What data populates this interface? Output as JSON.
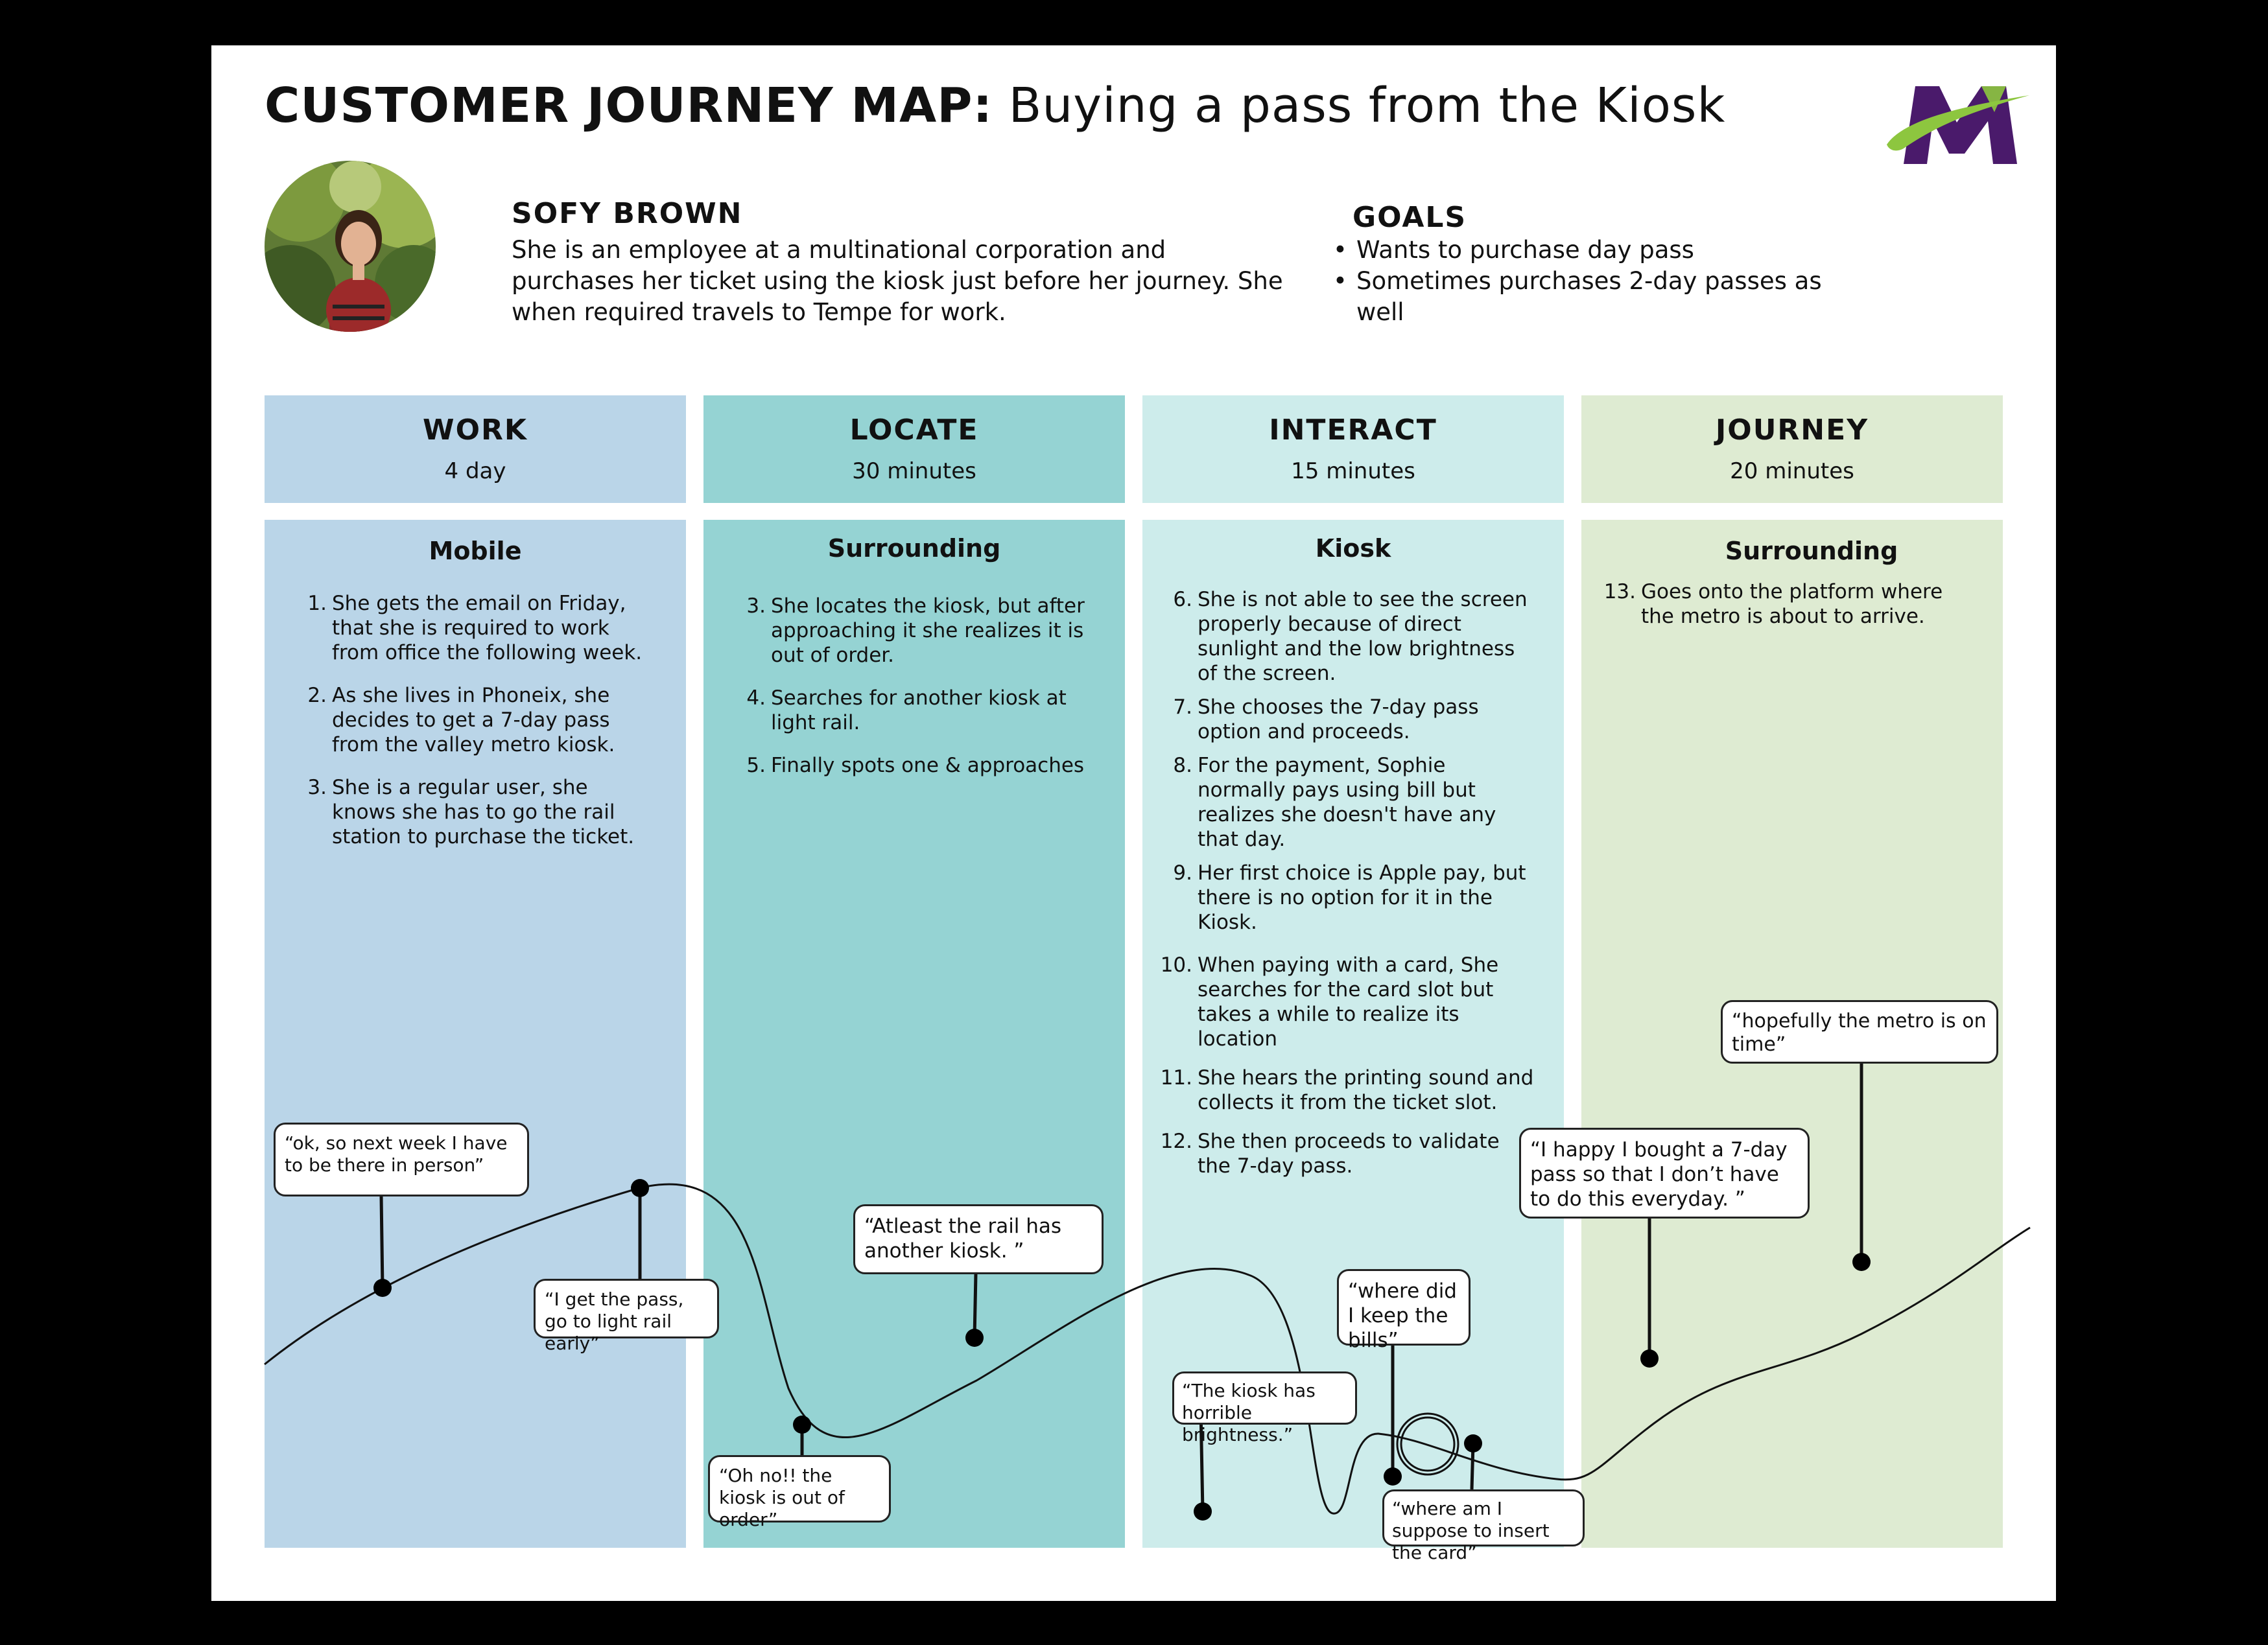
{
  "header": {
    "title_bold": "CUSTOMER JOURNEY MAP:",
    "title_rest": " Buying a pass from the Kiosk"
  },
  "persona": {
    "name": "SOFY BROWN",
    "description": "She is an employee at a multinational corporation and purchases her ticket using the kiosk just before her journey. She when required travels to Tempe for work."
  },
  "goals": {
    "heading": "GOALS",
    "items": [
      "Wants to purchase day pass",
      "Sometimes purchases 2-day passes as well"
    ]
  },
  "colors": {
    "work": "#bad5e8",
    "locate": "#95d3d3",
    "interact": "#cdeceb",
    "journey": "#deebd2",
    "logo_purple": "#4a1a6b",
    "logo_green": "#8dc63f"
  },
  "phases": [
    {
      "name": "WORK",
      "duration": "4 day",
      "channel": "Mobile",
      "steps": [
        {
          "num": "1.",
          "text": "She gets the email on Friday, that she is required to work from office the following week."
        },
        {
          "num": "2.",
          "text": "As she lives in Phoneix, she decides to get a 7-day pass from the valley metro kiosk."
        },
        {
          "num": "3.",
          "text": "She is a regular user, she knows she has to go the rail station to purchase the ticket."
        }
      ]
    },
    {
      "name": "LOCATE",
      "duration": "30 minutes",
      "channel": "Surrounding",
      "steps": [
        {
          "num": "3.",
          "text": "She locates the kiosk, but after approaching it she realizes it is out of order."
        },
        {
          "num": "4.",
          "text": "Searches for another kiosk at light rail."
        },
        {
          "num": "5.",
          "text": "Finally spots one & approaches"
        }
      ]
    },
    {
      "name": "INTERACT",
      "duration": "15 minutes",
      "channel": "Kiosk",
      "steps": [
        {
          "num": "6.",
          "text": "She is not able to see the screen properly because of direct sunlight and the low brightness of the screen."
        },
        {
          "num": "7.",
          "text": "She chooses the 7-day pass option and proceeds."
        },
        {
          "num": "8.",
          "text": "For the payment, Sophie normally pays using bill but realizes she doesn't have any that day."
        },
        {
          "num": "9.",
          "text": "Her first choice is Apple pay, but there is no option for it in the Kiosk."
        },
        {
          "num": "10.",
          "text": "When paying with a card, She searches for the card slot but takes a while to realize its location"
        },
        {
          "num": "11.",
          "text": "She hears the printing sound and collects it from the ticket slot."
        },
        {
          "num": "12.",
          "text": "She then proceeds to validate the 7-day pass."
        }
      ]
    },
    {
      "name": "JOURNEY",
      "duration": "20 minutes",
      "channel": "Surrounding",
      "steps": [
        {
          "num": "13.",
          "text": "Goes onto the platform where the metro is about to arrive."
        }
      ]
    }
  ],
  "quotes": [
    "“ok, so next week I have to be there in person”",
    "“I get the pass, go to light rail early”",
    "“Oh no!! the kiosk is out of order”",
    "“Atleast the rail has another kiosk. ”",
    "“The kiosk has horrible brightness.”",
    "“where did I keep the bills”",
    "“where am I suppose to insert the card”",
    "“I happy I bought a 7-day pass so that I don’t have to do this everyday. ”",
    "“hopefully the metro  is on time”"
  ]
}
